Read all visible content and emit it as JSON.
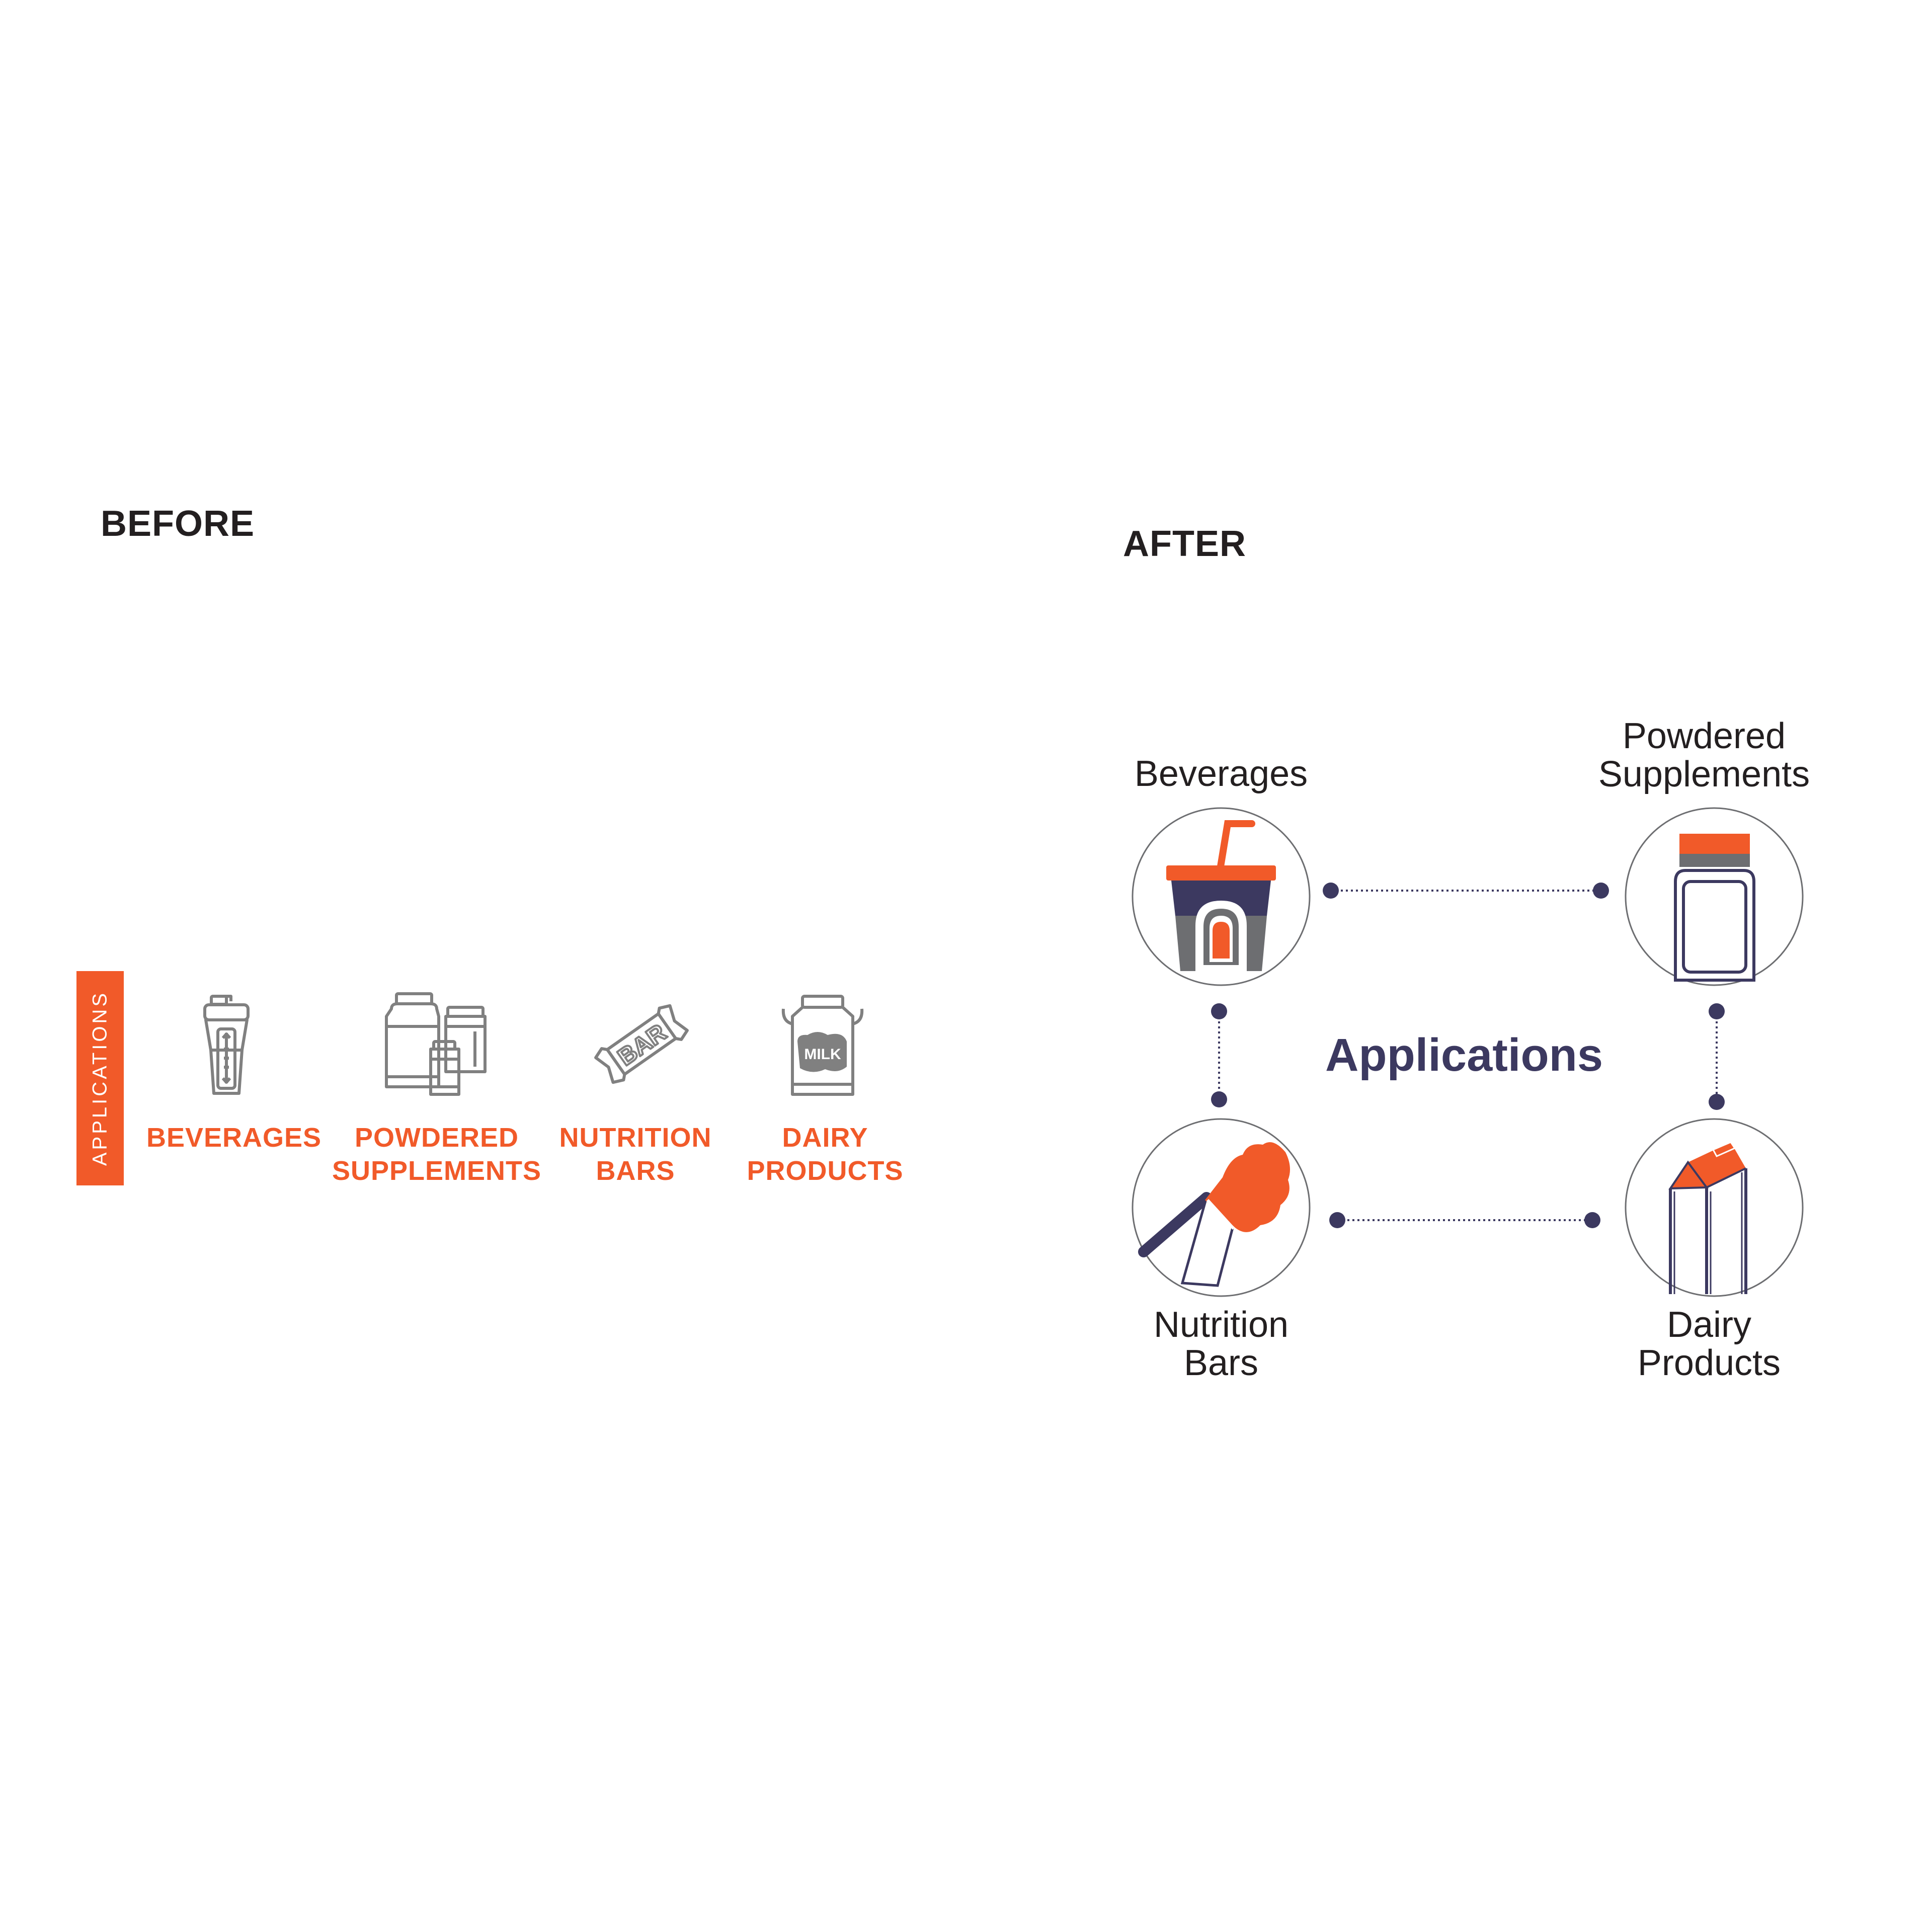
{
  "before": {
    "heading": "BEFORE",
    "tab_label": "APPLICATIONS",
    "items": [
      {
        "label": "BEVERAGES",
        "icon": "shaker-bottle-icon"
      },
      {
        "label": "POWDERED\nSUPPLEMENTS",
        "icon": "supplement-jars-icon"
      },
      {
        "label": "NUTRITION\nBARS",
        "icon": "nutrition-bar-icon",
        "icon_text": "BAR"
      },
      {
        "label": "DAIRY\nPRODUCTS",
        "icon": "milk-can-icon",
        "icon_text": "MILK"
      }
    ]
  },
  "after": {
    "heading": "AFTER",
    "center_title": "Applications",
    "nodes": [
      {
        "label": "Beverages",
        "icon": "drink-cup-icon"
      },
      {
        "label": "Powdered\nSupplements",
        "icon": "supplement-jar-icon"
      },
      {
        "label": "Nutrition\nBars",
        "icon": "nutrition-bar-icon"
      },
      {
        "label": "Dairy\nProducts",
        "icon": "milk-carton-icon"
      }
    ]
  },
  "colors": {
    "accent": "#f15a29",
    "navy": "#3c3960",
    "gray_icon": "#808080",
    "text_dark": "#231f20"
  }
}
